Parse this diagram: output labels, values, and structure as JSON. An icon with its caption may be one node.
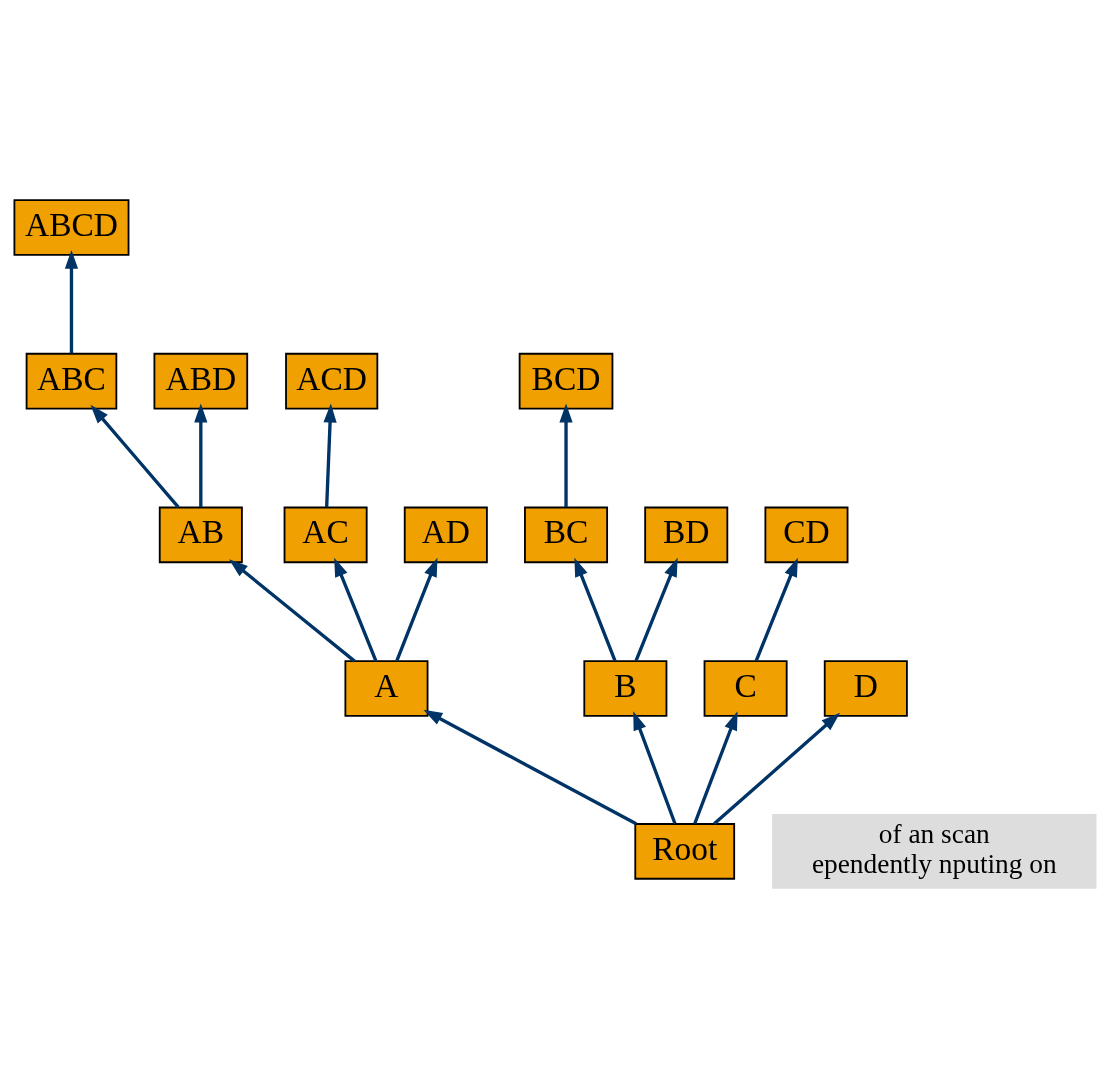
{
  "diagram": {
    "nodes": [
      {
        "text": [
          "ABCD"
        ]
      },
      {
        "text": [
          "ABC"
        ]
      },
      {
        "text": [
          "ABD"
        ]
      },
      {
        "text": [
          "ACD"
        ]
      },
      {
        "text": [
          "BCD"
        ]
      },
      {
        "text": [
          "AB"
        ]
      },
      {
        "text": [
          "AC"
        ]
      },
      {
        "text": [
          "AD"
        ]
      },
      {
        "text": [
          "BC"
        ]
      },
      {
        "text": [
          "BD"
        ]
      },
      {
        "text": [
          "CD"
        ]
      },
      {
        "text": [
          "A"
        ]
      },
      {
        "text": [
          "B"
        ]
      },
      {
        "text": [
          "C"
        ]
      },
      {
        "text": [
          "D"
        ]
      },
      {
        "text": [
          "of an scan",
          "ependently nputing on"
        ]
      },
      {
        "text": [
          "Root"
        ]
      }
    ],
    "edges": [
      {
        "from": 16,
        "to": 11,
        "arrow": "to"
      },
      {
        "from": 16,
        "to": 12,
        "arrow": "to"
      },
      {
        "from": 16,
        "to": 13,
        "arrow": "to"
      },
      {
        "from": 16,
        "to": 14,
        "arrow": "to"
      },
      {
        "from": 11,
        "to": 5,
        "arrow": "to"
      },
      {
        "from": 11,
        "to": 6,
        "arrow": "to"
      },
      {
        "from": 11,
        "to": 7,
        "arrow": "to"
      },
      {
        "from": 12,
        "to": 8,
        "arrow": "to"
      },
      {
        "from": 12,
        "to": 9,
        "arrow": "to"
      },
      {
        "from": 13,
        "to": 10,
        "arrow": "to"
      },
      {
        "from": 5,
        "to": 1,
        "arrow": "to"
      },
      {
        "from": 5,
        "to": 2,
        "arrow": "to"
      },
      {
        "from": 6,
        "to": 3,
        "arrow": "to"
      },
      {
        "from": 8,
        "to": 4,
        "arrow": "to"
      },
      {
        "from": 1,
        "to": 0,
        "arrow": "to"
      }
    ]
  }
}
